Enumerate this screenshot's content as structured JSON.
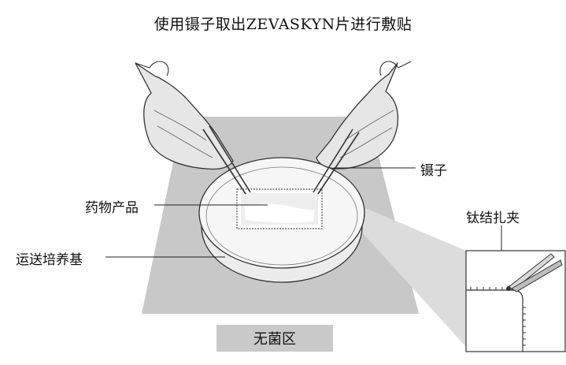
{
  "title": "使用镊子取出ZEVASKYN片进行敷贴",
  "labels": {
    "drug_product": "药物产品",
    "transport_medium": "运送培养基",
    "tweezers": "镊子",
    "titanium_clip": "钛结扎夹"
  },
  "zone_label": "无菌区",
  "colors": {
    "sterile_field": "#c8c8c8",
    "dish_fill": "#f4f4f4",
    "glove_fill": "#e6e6e6",
    "outline": "#333333",
    "zone_box": "#c9c9c9"
  }
}
